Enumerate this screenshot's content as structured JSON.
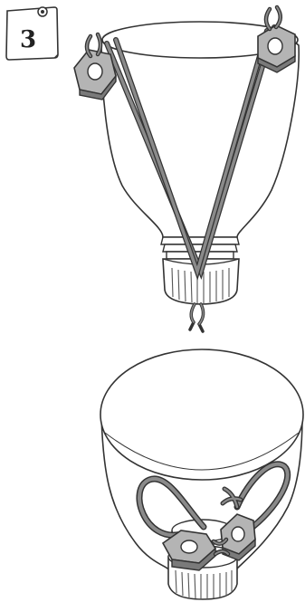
{
  "step": {
    "number": "3"
  },
  "figures": [
    {
      "name": "top-assembly",
      "parts": [
        "bottle-top",
        "bottle-cap",
        "cord",
        "hex-nut-left",
        "hex-nut-right",
        "knot-bottom"
      ]
    },
    {
      "name": "bottom-assembly",
      "parts": [
        "bottle-top",
        "bottle-cap",
        "cord-loop-left",
        "cord-loop-right",
        "hex-nut-center",
        "hex-nut-right"
      ]
    }
  ],
  "colors": {
    "outline": "#333333",
    "cord": "#8a8a8a",
    "nut": "#b4b4b4",
    "nut_dark": "#7a7a7a",
    "paper": "#ffffff"
  }
}
